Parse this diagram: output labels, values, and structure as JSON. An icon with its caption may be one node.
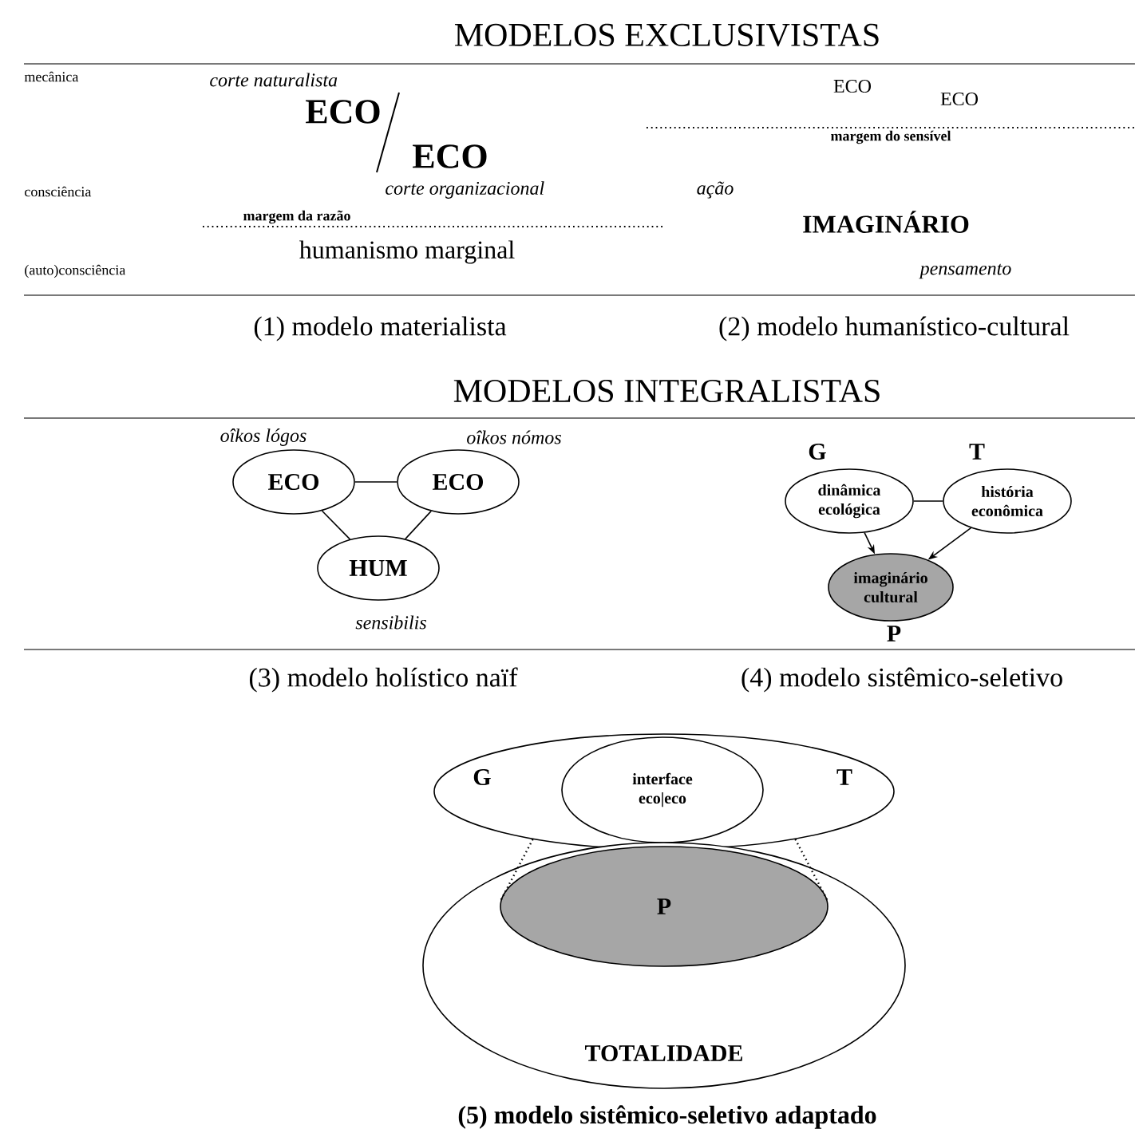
{
  "diagram": {
    "title": "MODELOS EXCLUSIVISTAS",
    "nodes": [
      {
        "text": [
          "ECO"
        ],
        "beside": [
          "oîkos lógos"
        ]
      },
      {
        "text": [
          "ECO"
        ],
        "beside": [
          "oîkos nómos"
        ]
      },
      {
        "text": [
          "HUM"
        ],
        "beside": [
          "sensibilis"
        ]
      },
      {
        "text": [
          "dinâmica ecológica"
        ],
        "beside": [
          "G"
        ]
      },
      {
        "text": [
          "história econômica"
        ],
        "beside": [
          "T"
        ]
      },
      {
        "text": [
          "imaginário cultural"
        ],
        "beside": [
          "P"
        ]
      },
      {
        "text": [
          "G",
          "T"
        ]
      },
      {
        "text": [
          "interface eco|eco"
        ],
        "in": 6
      },
      {
        "text": [
          "TOTALIDADE"
        ]
      },
      {
        "text": [
          "P"
        ],
        "in": 8
      }
    ],
    "edges": [
      {
        "from": 0,
        "to": 1,
        "arrow": "none"
      },
      {
        "from": 0,
        "to": 2,
        "arrow": "none"
      },
      {
        "from": 1,
        "to": 2,
        "arrow": "none"
      },
      {
        "from": 3,
        "to": 4,
        "arrow": "none"
      },
      {
        "from": 3,
        "to": 5,
        "arrow": "to"
      },
      {
        "from": 4,
        "to": 5,
        "arrow": "to"
      },
      {
        "from": 6,
        "to": 9,
        "arrow": "none",
        "style": "dashed"
      },
      {
        "from": 6,
        "to": 9,
        "arrow": "none",
        "style": "dashed"
      }
    ],
    "labels": [
      "mecânica",
      "corte naturalista",
      "ECO",
      "ECO",
      "ECO",
      "margem do sensível",
      "ECO",
      "consciência",
      "corte organizacional",
      "ação",
      "margem da razão",
      "IMAGINÁRIO",
      "humanismo marginal",
      "(auto)consciência",
      "pensamento",
      "(1) modelo materialista",
      "(2) modelo humanístico-cultural",
      "MODELOS INTEGRALISTAS",
      "(3) modelo holístico naïf",
      "(4) modelo sistêmico-seletivo",
      "(5) modelo sistêmico-seletivo adaptado"
    ]
  }
}
